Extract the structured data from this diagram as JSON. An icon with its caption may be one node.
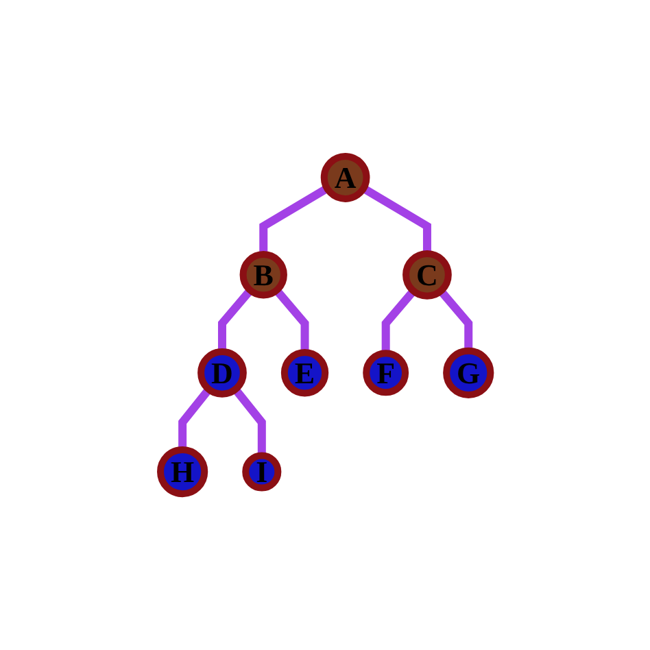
{
  "diagram": {
    "nodes": [
      {
        "text": [
          "A"
        ]
      },
      {
        "text": [
          "B"
        ]
      },
      {
        "text": [
          "C"
        ]
      },
      {
        "text": [
          "D"
        ]
      },
      {
        "text": [
          "E"
        ]
      },
      {
        "text": [
          "F"
        ]
      },
      {
        "text": [
          "G"
        ]
      },
      {
        "text": [
          "H"
        ]
      },
      {
        "text": [
          "I"
        ]
      }
    ],
    "edges": [
      {
        "from": 0,
        "to": 1,
        "arrow": "none"
      },
      {
        "from": 0,
        "to": 2,
        "arrow": "none"
      },
      {
        "from": 1,
        "to": 3,
        "arrow": "none"
      },
      {
        "from": 1,
        "to": 4,
        "arrow": "none"
      },
      {
        "from": 2,
        "to": 5,
        "arrow": "none"
      },
      {
        "from": 2,
        "to": 6,
        "arrow": "none"
      },
      {
        "from": 3,
        "to": 7,
        "arrow": "none"
      },
      {
        "from": 3,
        "to": 8,
        "arrow": "none"
      }
    ]
  }
}
